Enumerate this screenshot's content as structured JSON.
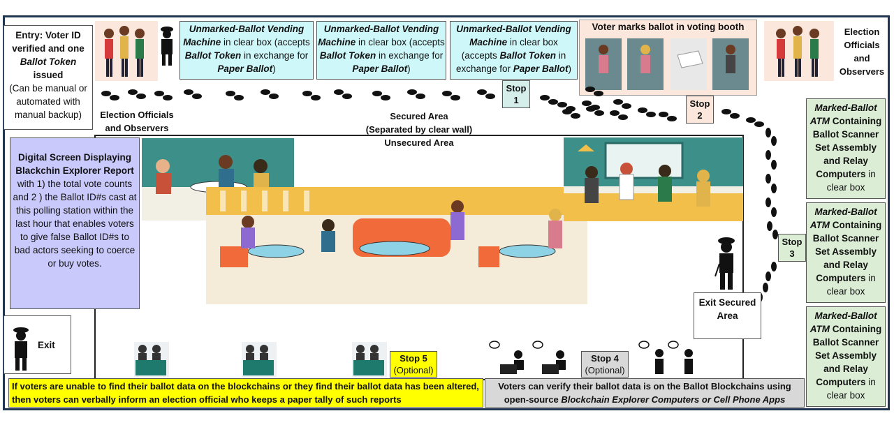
{
  "entry": {
    "line1": "Entry:  Voter ID verified and one",
    "token": "Ballot Token",
    "line2": "issued",
    "note": "(Can be manual or automated with manual backup)"
  },
  "vending_machine": {
    "title": "Unmarked-Ballot Vending Machine",
    "in_box": "in clear box",
    "accepts": "(accepts",
    "token": "Ballot Token",
    "in_exchange": "in exchange for",
    "paper": "Paper Ballot",
    "close": ")"
  },
  "booth_label": "Voter marks ballot in voting booth",
  "officials_right": "Election Officials and Observers",
  "officials_left": "Election Officials and Observers",
  "secured_area": "Secured Area",
  "separated": "(Separated by clear wall)",
  "unsecured_area": "Unsecured Area",
  "stops": {
    "stop1": "Stop 1",
    "stop2": "Stop 2",
    "stop3": "Stop 3",
    "stop4": "Stop 4",
    "stop5": "Stop 5",
    "optional": "(Optional)"
  },
  "atm": {
    "title": "Marked-Ballot ATM",
    "line1": "Containing Ballot Scanner Set Assembly and Relay Computers",
    "in_box": "in clear box"
  },
  "digital_screen": {
    "title": "Digital Screen Displaying Blackchin Explorer Report",
    "body": "with 1) the total vote counts and 2 ) the Ballot ID#s cast at this polling station within the last hour that enables voters to give false Ballot ID#s to bad actors seeking to coerce or buy votes."
  },
  "exit_secured": "Exit Secured Area",
  "exit": "Exit",
  "yellow_note": "If voters are unable to find their ballot data on the blockchains or they find their ballot data has been altered, then voters can verbally inform an election official who keeps a paper tally of such reports",
  "verify_note": {
    "part1": "Voters can verify their ballot data is on the Ballot Blockchains using open-source",
    "part2": "Blockchain Explorer Computers or Cell Phone Apps"
  },
  "colors": {
    "frame": "#1f3550",
    "vending": "#cdf7f9",
    "atm": "#dbeed5",
    "screen": "#c9c9fb",
    "yellow": "#ffff00",
    "grey": "#d8d8d8",
    "booth_bg": "#fbe7dc"
  }
}
